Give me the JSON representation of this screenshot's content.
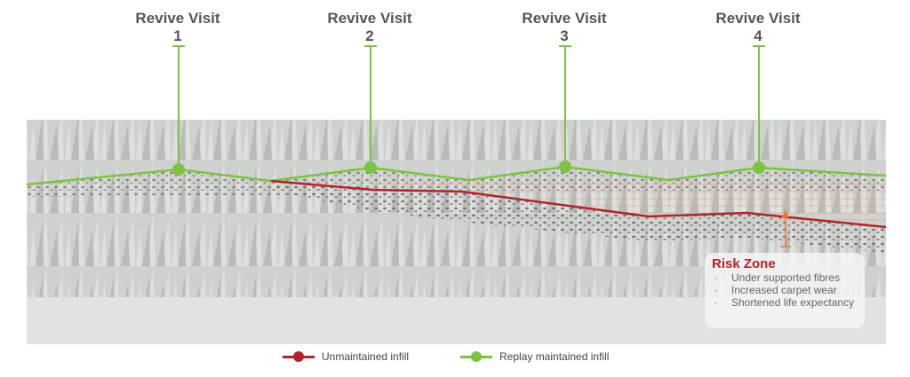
{
  "visits": [
    {
      "label": "Revive Visit",
      "number": "1"
    },
    {
      "label": "Revive Visit",
      "number": "2"
    },
    {
      "label": "Revive Visit",
      "number": "3"
    },
    {
      "label": "Revive Visit",
      "number": "4"
    }
  ],
  "risk_zone": {
    "title": "Risk Zone",
    "items": [
      "Under supported fibres",
      "Increased carpet wear",
      "Shortened life expectancy"
    ]
  },
  "legend": {
    "unmaintained": "Unmaintained infill",
    "maintained": "Replay maintained infill"
  },
  "colors": {
    "green": "#7dc242",
    "red": "#b0242c",
    "orange": "#e8793a"
  }
}
